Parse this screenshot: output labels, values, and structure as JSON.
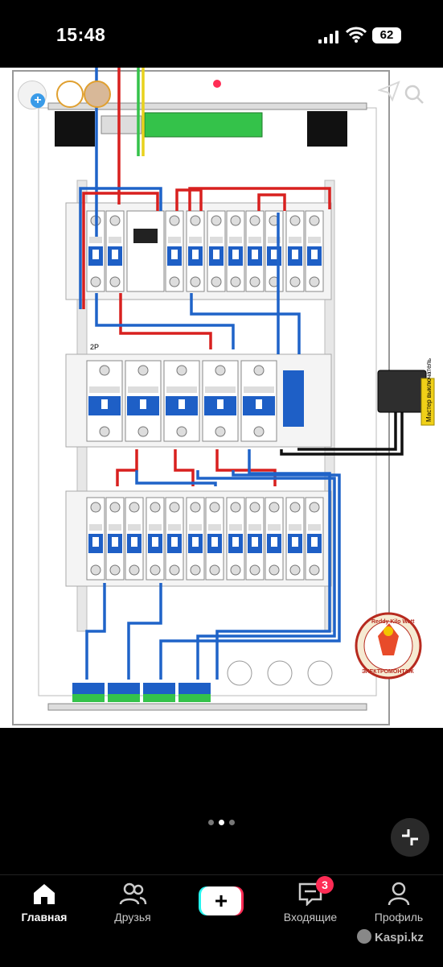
{
  "status": {
    "time": "15:48",
    "battery": "62"
  },
  "diagram": {
    "labels_2p": "2P",
    "switch_note": "Мастер выключатель",
    "stamp_top": "Reddy Kilo Watt",
    "stamp_bottom": "ЭЛЕКТРОМОНТАЖ"
  },
  "pager": {
    "count": 3,
    "active": 2
  },
  "tabs": [
    {
      "label": "Главная",
      "icon": "home-icon"
    },
    {
      "label": "Друзья",
      "icon": "friends-icon"
    },
    {
      "label": "",
      "icon": "plus-icon"
    },
    {
      "label": "Входящие",
      "icon": "inbox-icon"
    },
    {
      "label": "Профиль",
      "icon": "profile-icon"
    }
  ],
  "inbox_badge": "3",
  "watermark": "Kaspi.kz",
  "colors": {
    "accent_red": "#fe2c55",
    "accent_cyan": "#25f4ee",
    "wire_blue": "#1f63c8",
    "wire_red": "#d8201f",
    "breaker_blue": "#1e5fc6"
  }
}
